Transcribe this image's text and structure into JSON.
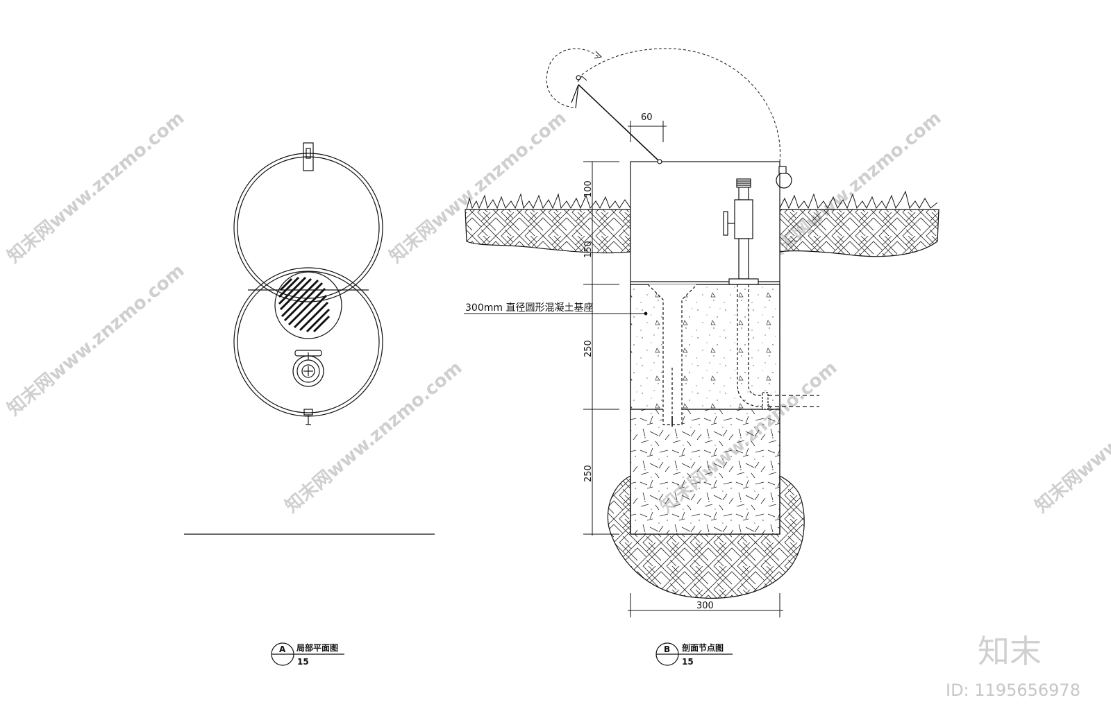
{
  "watermark": {
    "text": "知末网www.znzmo.com",
    "brand": "知末",
    "id_label": "ID: 1195656978"
  },
  "plan_view": {
    "title": "局部平面图",
    "tag": "A",
    "scale": "15"
  },
  "section_view": {
    "title": "剖面节点图",
    "tag": "B",
    "scale": "15",
    "callout": "300mm 直径圆形混凝土基座",
    "dims": {
      "lid_offset": "60",
      "d1": "100",
      "d2": "150",
      "d3": "250",
      "d4": "250",
      "width": "300"
    }
  },
  "colors": {
    "line": "#111111",
    "watermark": "#cfcfcf"
  }
}
